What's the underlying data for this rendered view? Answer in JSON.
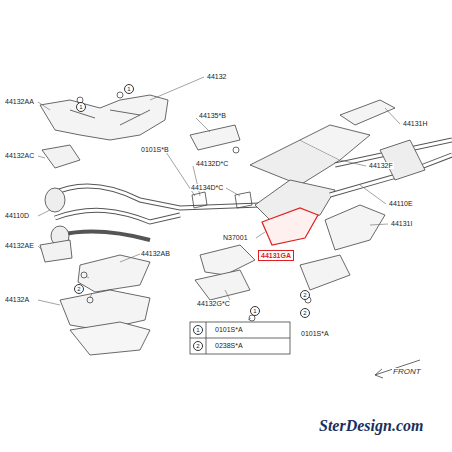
{
  "diagram": {
    "labels": [
      "44132AA",
      "44132",
      "44135*B",
      "0101S*B",
      "44132D*C",
      "44134D*C",
      "44131H",
      "44132F",
      "44110E",
      "44131I",
      "44132AC",
      "44110D",
      "44132AE",
      "44132AB",
      "N37001",
      "44132G*C",
      "44132A",
      "44131GA",
      "1",
      "1",
      "2",
      "1",
      "2",
      "1",
      "2",
      "0101S*A",
      "2",
      "0238S*A",
      "0101S*A",
      "FRONT",
      "SterDesign.com"
    ]
  }
}
